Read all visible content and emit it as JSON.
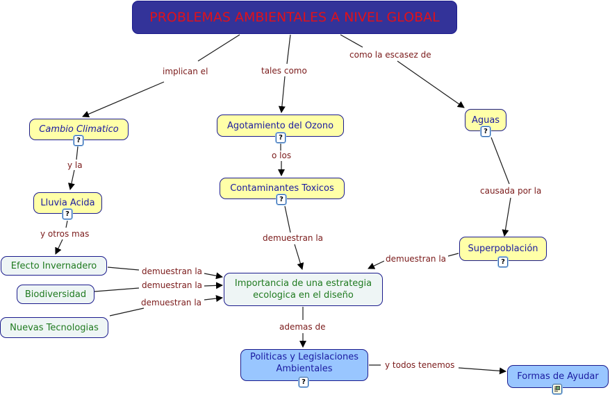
{
  "title": "PROBLEMAS AMBIENTALES A NIVEL GLOBAL",
  "colors": {
    "title_bg": "#333399",
    "title_text": "#e0111a",
    "concept_yellow": "#ffffa8",
    "concept_green_bg": "#eef5f5",
    "concept_green_text": "#1f7a1f",
    "concept_blue": "#99c6ff",
    "link_text": "#7a1a1a",
    "border": "#1a1a8c"
  },
  "nodes": {
    "title": {
      "label": "PROBLEMAS AMBIENTALES A NIVEL GLOBAL"
    },
    "cambio": {
      "label": "Cambio Climatico",
      "icon": "help-document-icon"
    },
    "agotamiento": {
      "label": "Agotamiento del Ozono",
      "icon": "help-document-icon"
    },
    "aguas": {
      "label": "Aguas",
      "icon": "help-document-icon"
    },
    "contaminantes": {
      "label": "Contaminantes Toxicos",
      "icon": "help-document-icon"
    },
    "lluvia": {
      "label": "Lluvia Acida",
      "icon": "help-document-icon"
    },
    "superpoblacion": {
      "label": "Superpoblación",
      "icon": "help-document-icon"
    },
    "efecto": {
      "label": "Efecto Invernadero"
    },
    "biodiversidad": {
      "label": "Biodiversidad"
    },
    "nuevas": {
      "label": "Nuevas Tecnologias"
    },
    "importancia": {
      "label": "Importancia de una estrategia ecologica en el diseño"
    },
    "politicas": {
      "label": "Politicas y Legislaciones Ambientales",
      "icon": "help-document-icon"
    },
    "formas": {
      "label": "Formas de Ayudar",
      "icon": "image-document-icon"
    }
  },
  "links": {
    "implican": "implican el",
    "tales": "tales como",
    "escasez": "como la escasez de",
    "yla": "y la",
    "olos": "o los",
    "causada": "causada por la",
    "otros": "y otros mas",
    "dem_contaminantes": "demuestran la",
    "dem_superpoblacion": "demuestran la",
    "dem_efecto": "demuestran la",
    "dem_biodiversidad": "demuestran la",
    "dem_nuevas": "demuestran la",
    "ademas": "ademas de",
    "todos": "y todos tenemos"
  },
  "icons": {
    "help": "?"
  }
}
